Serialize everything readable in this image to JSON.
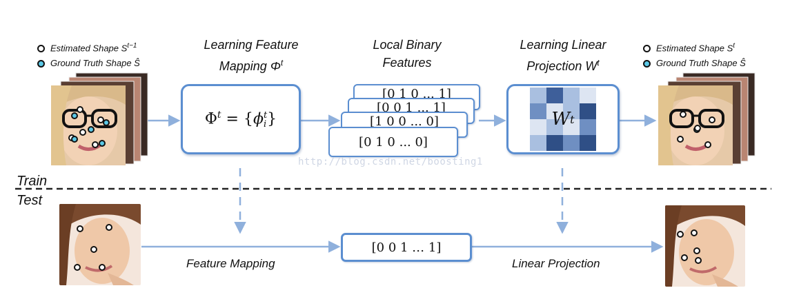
{
  "legend_left": {
    "estimated": "Estimated Shape S",
    "estimated_sup": "t−1",
    "ground_truth": "Ground Truth Shape Ŝ"
  },
  "legend_right": {
    "estimated": "Estimated Shape S",
    "estimated_sup": "t",
    "ground_truth": "Ground Truth Shape Ŝ"
  },
  "stages": {
    "feature_mapping_title_1": "Learning Feature",
    "feature_mapping_title_2": "Mapping Φ",
    "feature_mapping_title_sup": "t",
    "lbf_title_1": "Local Binary",
    "lbf_title_2": "Features",
    "projection_title_1": "Learning Linear",
    "projection_title_2": "Projection W",
    "projection_title_sup": "t"
  },
  "formula": {
    "lhs": "Φ",
    "lhs_sup": "t",
    "eq": " = {",
    "phi": "ϕ",
    "phi_sup": "t",
    "phi_sub": "i",
    "close": "}"
  },
  "matrix_label": "W",
  "matrix_label_sup": "t",
  "matrix_colors": [
    [
      "#a9bfe0",
      "#3e5f9a",
      "#a9bfe0",
      "#dde5f2"
    ],
    [
      "#6f8fc2",
      "#dde5f2",
      "#a9bfe0",
      "#2f4f86"
    ],
    [
      "#dde5f2",
      "#a9bfe0",
      "#dde5f2",
      "#6f8fc2"
    ],
    [
      "#a9bfe0",
      "#2f4f86",
      "#6f8fc2",
      "#2f4f86"
    ]
  ],
  "train_vectors": [
    "[0    1    0   ...   1]",
    "[0    0    1   ...   1]",
    "[1    0    0   ...   0]",
    "[0    1    0   ...   0]"
  ],
  "test_vector": "[0    0    1    …    1]",
  "labels": {
    "train": "Train",
    "test": "Test",
    "feature_mapping": "Feature Mapping",
    "linear_projection": "Linear Projection"
  },
  "watermark": "http://blog.csdn.net/boosting1",
  "colors": {
    "box_border": "#5b8ed0",
    "arrow": "#8fb0dc",
    "landmark_blue": "#5bc8e6"
  }
}
